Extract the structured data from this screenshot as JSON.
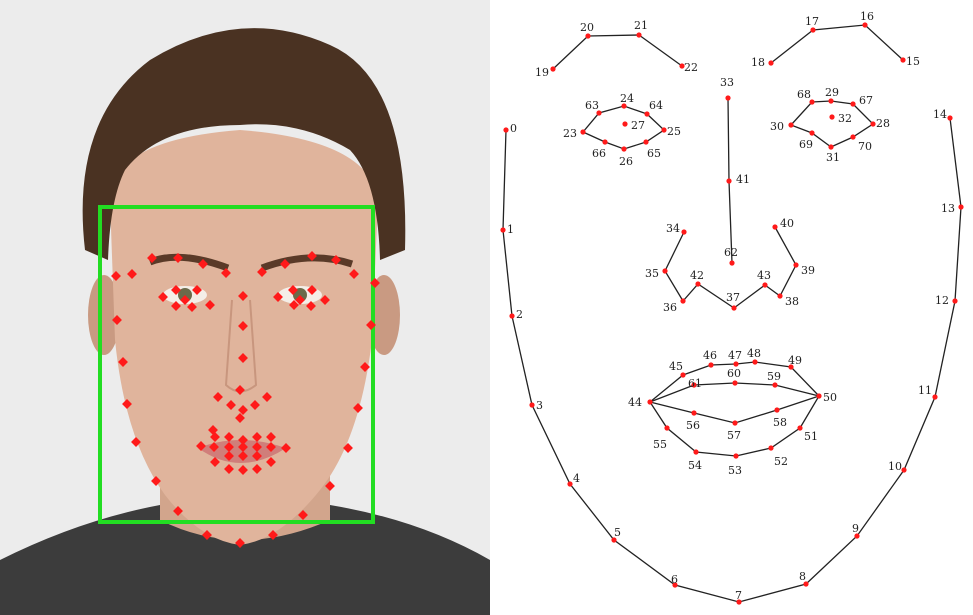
{
  "colors": {
    "landmark": "#ff1a1a",
    "box": "#22dd22",
    "line": "#222222",
    "label": "#222222",
    "background": "#ffffff",
    "photo_background": "#ececec"
  },
  "landmark_labels": [
    "0",
    "1",
    "2",
    "3",
    "4",
    "5",
    "6",
    "7",
    "8",
    "9",
    "10",
    "11",
    "12",
    "13",
    "14",
    "15",
    "16",
    "17",
    "18",
    "19",
    "20",
    "21",
    "22",
    "23",
    "24",
    "25",
    "26",
    "27",
    "28",
    "29",
    "30",
    "31",
    "32",
    "33",
    "34",
    "35",
    "36",
    "37",
    "38",
    "39",
    "40",
    "41",
    "42",
    "43",
    "44",
    "45",
    "46",
    "47",
    "48",
    "49",
    "50",
    "51",
    "52",
    "53",
    "54",
    "55",
    "56",
    "57",
    "58",
    "59",
    "60",
    "61",
    "62",
    "63",
    "64",
    "65",
    "66",
    "67",
    "68",
    "69",
    "70"
  ]
}
